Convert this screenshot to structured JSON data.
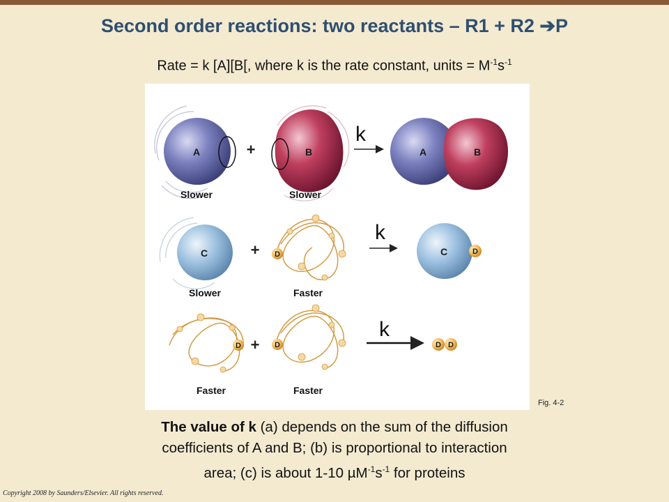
{
  "slide": {
    "title": "Second order reactions: two reactants – R1 + R2 ",
    "title_arrow": "P",
    "subtitle_main": "Rate = k [A][B[, where k is the rate constant, units = M",
    "subtitle_sup1": "-1",
    "subtitle_s": "s",
    "subtitle_sup2": "-1",
    "caption_bold": "The value of k",
    "caption_line1_rest": " (a) depends on the sum of the diffusion",
    "caption_line2": "coefficients of A and B; (b) is proportional to interaction",
    "caption_line3_a": "area; (c) is about 1-10 µM",
    "caption_sup1": "-1",
    "caption_s": "s",
    "caption_sup2": "-1",
    "caption_line3_b": " for proteins",
    "fig_ref": "Fig. 4-2",
    "copyright": "Copyright 2008 by Saunders/Elsevier. All rights reserved."
  },
  "figure": {
    "rate_constant_label": "k",
    "plus_sign": "+",
    "rows": [
      {
        "reactant1": {
          "letter": "A",
          "speed": "Slower"
        },
        "reactant2": {
          "letter": "B",
          "speed": "Slower"
        },
        "product": [
          "A",
          "B"
        ]
      },
      {
        "reactant1": {
          "letter": "C",
          "speed": "Slower"
        },
        "reactant2": {
          "letter": "D",
          "speed": "Faster"
        },
        "product": [
          "C",
          "D"
        ]
      },
      {
        "reactant1": {
          "letter": "D",
          "speed": "Faster"
        },
        "reactant2": {
          "letter": "D",
          "speed": "Faster"
        },
        "product": [
          "D",
          "D"
        ]
      }
    ]
  },
  "colors": {
    "background": "#f3ead0",
    "title": "#2f4f70",
    "top_bar": "#8a5a35",
    "sphere_A": "#6a6fb0",
    "sphere_B": "#b0334f",
    "sphere_C": "#8fb5d8",
    "small_D": "#f2b95a"
  }
}
